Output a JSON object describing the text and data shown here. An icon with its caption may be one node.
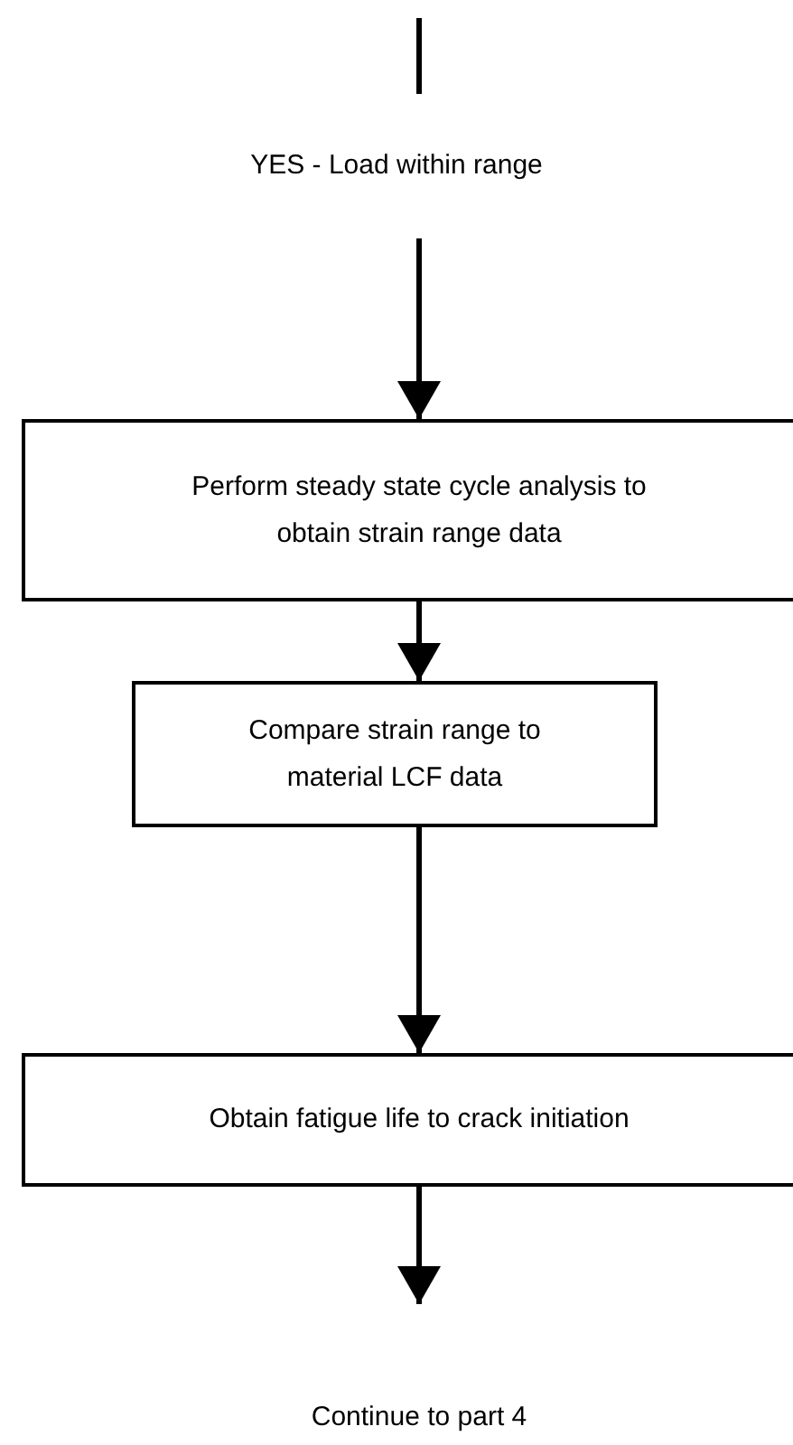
{
  "diagram": {
    "nodes": [
      {
        "text": [
          "Perform steady state cycle analysis to obtain strain range data"
        ]
      },
      {
        "text": [
          "Compare strain range to material LCF data"
        ]
      },
      {
        "text": [
          "Obtain fatigue life to crack initiation"
        ]
      },
      {
        "text": [
          "Continue to part 4"
        ]
      }
    ],
    "edges": [
      {
        "from": null,
        "to": 0,
        "arrow": "to",
        "label": "YES - Load within range"
      },
      {
        "from": 0,
        "to": 1,
        "arrow": "to"
      },
      {
        "from": 1,
        "to": 2,
        "arrow": "to"
      },
      {
        "from": 2,
        "to": 3,
        "arrow": "to"
      }
    ]
  }
}
